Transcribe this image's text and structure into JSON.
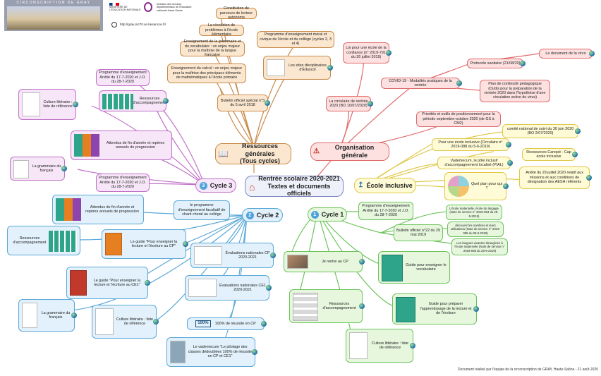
{
  "header": {
    "banner_text": "CIRCONSCRIPTION DE GRAY",
    "ministry_text": "MINISTÈRE DE L'ÉDUCATION NATIONALE",
    "academy_text": "Direction des services départementaux de l'Éducation nationale Haute-Saône",
    "url": "http://gray.circ70.ac-besancon.fr/"
  },
  "center": {
    "line1": "Rentrée scolaire 2020-2021",
    "line2": "Textes et documents officiels"
  },
  "hubs": {
    "resources": "Ressources générales\n(Tous cycles)",
    "organisation": "Organisation générale",
    "inclusive": "École inclusive",
    "cycle1": "Cycle 1",
    "cycle2": "Cycle 2",
    "cycle3": "Cycle 3",
    "n1": "1",
    "n2": "2",
    "n3": "3"
  },
  "brown": {
    "b1": "Constitution de parcours de lecteur autonome",
    "b2": "La résolution de problèmes à l'école élémentaire",
    "b3": "Enseignement de la grammaire et du vocabulaire : un enjeu majeur pour la maîtrise de la langue française",
    "b4": "Enseignement du calcul : un enjeu majeur pour la maîtrise des principaux éléments de mathématiques à l'école primaire",
    "b5": "Programme d'enseignement moral et civique de l'école et du collège (cycles 2, 3 et 4)",
    "b6": "Les sites disciplinaires d'Éduscol",
    "b7": "Bulletin officiel spécial n°3 du 5 avril 2018"
  },
  "red": {
    "r1": "Loi pour une école de la confiance (n° 2019-791 du 26 juillet 2019)",
    "r2": "La circulaire de rentrée 2020 (BO 10/07/2020)",
    "r3": "Protocole sanitaire (21/08/20)",
    "r4": "Le document de la circo",
    "r5": "COVID-19 - Modalités pratiques de la rentrée",
    "r6": "Plan de continuité pédagogique (Outils pour la préparation de la rentrée 2020 dans l'hypothèse d'une circulation active du virus)",
    "r7": "Priorités et outils de positionnement pour la période septembre-octobre 2020 (de GS à CM2)"
  },
  "yellow": {
    "y1": "comité national de suivi du 30 juin 2020 (BO 2/07/2020)",
    "y2": "Pour une école inclusive (Circulaire n° 2019-088 du 5-6-2019)",
    "y3": "Ressources Canopé - Cap école inclusive",
    "y4": "Vademecum, le pôle inclusif d'accompagnement localisé (PIAL)",
    "y5": "Arrêté du 29 juillet 2020 relatif aux missions et aux conditions de désignation des AESH référents",
    "y6": "Quel plan pour qui ?"
  },
  "cycle3": {
    "c1": "Programme d'enseignement Arrêté du 17-7-2020 et J.O. du 28-7-2020",
    "c2": "Culture littéraire : liste de référence",
    "c3": "Ressources d'accompagnement",
    "c4": "Attendus de fin d'année et repères annuels de progression",
    "c5": "La grammaire du français",
    "c6": "Programme d'enseignement Arrêté du 17-7-2020 et J.O. du 28-7-2020"
  },
  "cycle2": {
    "d1": "Attendus de fin d'année et repères annuels de progression",
    "d2": "le programme d'enseignement facultatif de chant choral au collège",
    "d3": "Ressources d'accompagnement",
    "d4": "Le guide \"Pour enseigner la lecture et l'écriture au CP\"",
    "d5": "Évaluations nationales CP 2020-2021",
    "d6": "Le guide \"Pour enseigner la lecture et l'écriture au CE1\"",
    "d7": "Évaluations nationales CE1 2020-2021",
    "d8": "La grammaire du français",
    "d9": "Culture littéraire : liste de référence",
    "d10": "100% de réussite en CP",
    "d11": "Le vademecum \"Le pilotage des classes dédoublées 100% de réussite en CP et CE1\"",
    "logo100": "100%"
  },
  "cycle1": {
    "e1": "Programme d'enseignement Arrêté du 17-7-2020 et J.O. du 28-7-2020",
    "e2": "Bulletin officiel n°22 du 29 mai 2019",
    "e3": "L'école maternelle, école du langage (Note de service n° 2019-084 du 28-5-2019)",
    "e4": "découvrir les nombres et leurs utilisations (Note de service n° 2019-085 du 28-5-2019)",
    "e5": "Les langues vivantes étrangères à l'école maternelle (Note de service n° 2019-086 du 28-5-2019)",
    "e6": "Je rentre au CP",
    "e7": "Guide pour enseigner le vocabulaire",
    "e8": "Ressources d'accompagnement",
    "e9": "Guide pour préparer l'apprentissage de la lecture et de l'écriture",
    "e10": "Culture littéraire : liste de référence"
  },
  "footer": "Document réalisé par l'équipe de la circonscription de GRAY, Haute-Saône - 21 août 2020",
  "colors": {
    "brown": "#c98a4a",
    "red": "#e06a6a",
    "yellow": "#e0c84a",
    "green": "#6cc45a",
    "purple": "#c070c8",
    "blue": "#5aa8d8"
  }
}
